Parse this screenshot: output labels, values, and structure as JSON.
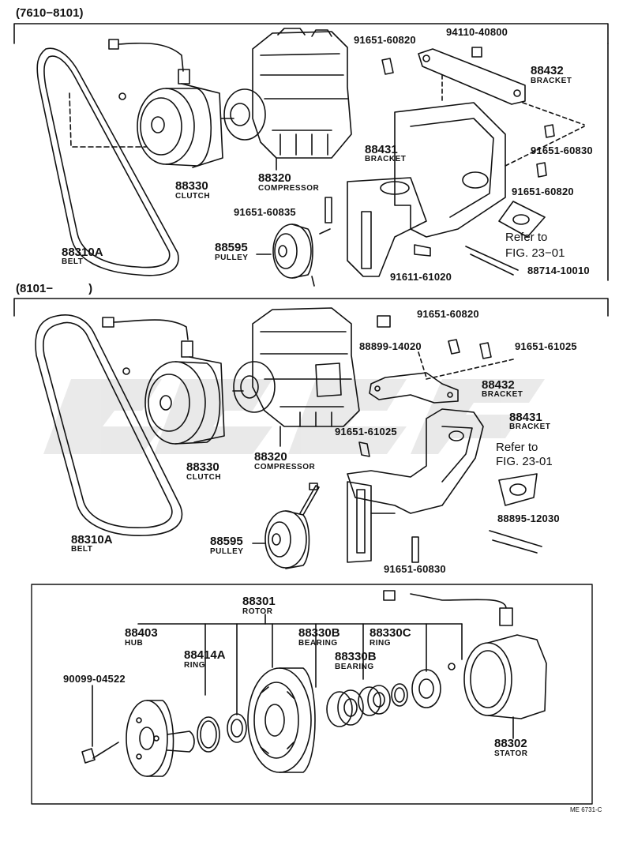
{
  "sections": {
    "upper_range": "(7610−8101)",
    "lower_range": "(8101−　　　)"
  },
  "top": {
    "p94110": "94110-40800",
    "p91651_60820a": "91651-60820",
    "p88432": "88432",
    "n88432": "BRACKET",
    "p91651_60830": "91651-60830",
    "p88431": "88431",
    "n88431": "BRACKET",
    "p91651_60820b": "91651-60820",
    "p88330": "88330",
    "n88330": "CLUTCH",
    "p88320": "88320",
    "n88320": "COMPRESSOR",
    "p91651_60835": "91651-60835",
    "p88310A": "88310A",
    "n88310A": "BELT",
    "p88595": "88595",
    "n88595": "PULLEY",
    "ref1": "Refer to",
    "ref2": "FIG. 23−01",
    "p88714": "88714-10010",
    "p91611": "91611-61020"
  },
  "mid": {
    "p88899": "88899-14020",
    "p91651_60820": "91651-60820",
    "p91651_61025a": "91651-61025",
    "p88432": "88432",
    "n88432": "BRACKET",
    "p88431": "88431",
    "n88431": "BRACKET",
    "p91651_61025b": "91651-61025",
    "ref1": "Refer to",
    "ref2": "FIG. 23-01",
    "p88330": "88330",
    "n88330": "CLUTCH",
    "p88320": "88320",
    "n88320": "COMPRESSOR",
    "p88895": "88895-12030",
    "p88310A": "88310A",
    "n88310A": "BELT",
    "p88595": "88595",
    "n88595": "PULLEY",
    "p91651_60830": "91651-60830"
  },
  "bottom": {
    "p88301": "88301",
    "n88301": "ROTOR",
    "p88403": "88403",
    "n88403": "HUB",
    "p88330B_top": "88330B",
    "n88330B_top": "BEARING",
    "p88330C": "88330C",
    "n88330C": "RING",
    "p88414A": "88414A",
    "n88414A": "RING",
    "p88330B": "88330B",
    "n88330B": "BEARING",
    "p90099": "90099-04522",
    "p88302": "88302",
    "n88302": "STATOR",
    "code": "ME 6731-C"
  }
}
